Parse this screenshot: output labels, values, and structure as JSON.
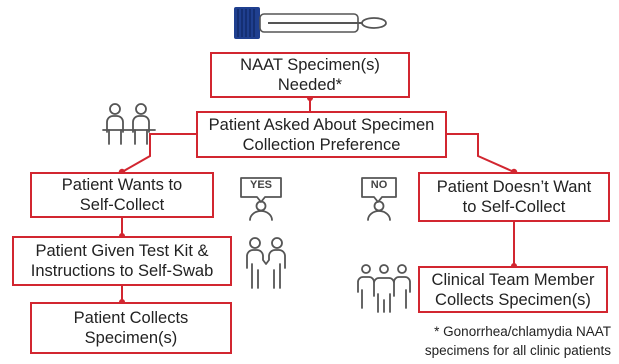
{
  "nodes": {
    "specimen_needed": "NAAT Specimen(s)\nNeeded*",
    "asked_preference": "Patient Asked About Specimen\nCollection Preference",
    "wants_self": "Patient Wants to\nSelf-Collect",
    "doesnt_want_self": "Patient Doesn’t Want\nto Self-Collect",
    "given_kit": "Patient Given Test Kit &\nInstructions to Self-Swab",
    "patient_collects": "Patient Collects\nSpecimen(s)",
    "clinical_collects": "Clinical Team Member\nCollects Specimen(s)"
  },
  "bubbles": {
    "yes": "YES",
    "no": "NO"
  },
  "footnote": "* Gonorrhea/chlamydia NAAT\nspecimens for all clinic patients",
  "icons": [
    "swab-tube-icon",
    "patient-provider-consult-icon",
    "yes-speech-person-icon",
    "no-speech-person-icon",
    "two-people-icon",
    "care-team-group-icon"
  ],
  "colors": {
    "accent": "#d22630",
    "icon": "#555555",
    "cap": "#1f3f8f"
  }
}
